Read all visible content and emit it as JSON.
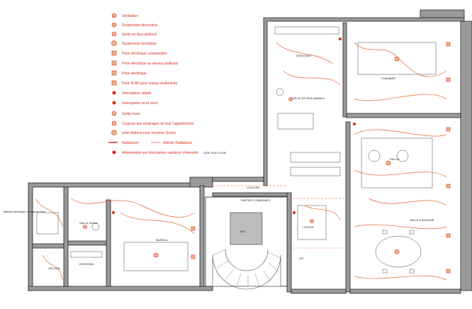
{
  "legend": [
    {
      "label": "Ventilation",
      "icon": "ventilation-icon"
    },
    {
      "label": "Suspension décorative",
      "icon": "decorative-pendant-icon"
    },
    {
      "label": "Spots en faux-plafond",
      "icon": "ceiling-spot-icon"
    },
    {
      "label": "Suspension principale",
      "icon": "main-pendant-icon"
    },
    {
      "label": "Prise électrique commandée",
      "icon": "switched-outlet-icon"
    },
    {
      "label": "Prise électrique au dessus paillasse",
      "icon": "countertop-outlet-icon"
    },
    {
      "label": "Prise électrique",
      "icon": "outlet-icon"
    },
    {
      "label": "Prise RJ45 pour réseau multimédia",
      "icon": "rj45-outlet-icon"
    },
    {
      "label": "Interrupteur simple",
      "icon": "simple-switch-icon"
    },
    {
      "label": "Interrupteur va et vient",
      "icon": "two-way-switch-icon"
    },
    {
      "label": "Sortie murs",
      "icon": "wall-outlet-icon"
    },
    {
      "label": "Coupure des éclairages de tout l'appartement",
      "icon": "master-cutoff-icon"
    },
    {
      "label": "prise plafond pour enceinte Sonos",
      "icon": "sonos-ceiling-icon"
    }
  ],
  "legend_lines": {
    "radiators": "Radiateurs",
    "radiator_wait": "Attente Radiateurs",
    "dimmer_power": "Alimentation sur interrupteur variateur d'intensité"
  },
  "notes": {
    "void": "VIDE SUR COUR",
    "panel": "Tableau électrique Compteur Gaz"
  },
  "rooms": {
    "dressing_top": "DRESSING",
    "bathroom": "SALLE DE BAIN (Marbre)",
    "bedroom": "CHAMBRE",
    "corridor": "COULOIR",
    "parties_communes": "PARTIES COMMUNES",
    "asc": "ASC.",
    "salon": "SALON",
    "office": "OFFICE",
    "dining": "SALLE A MANGER",
    "shower_room": "SALLE D'EAU",
    "dressing_left": "DRESSING",
    "bureau": "BUREAU",
    "cellier": "CELLIER",
    "wc": "WC"
  },
  "colors": {
    "accent": "#d2301c",
    "wire": "#e2662b",
    "wall": "#9a9a9a"
  }
}
